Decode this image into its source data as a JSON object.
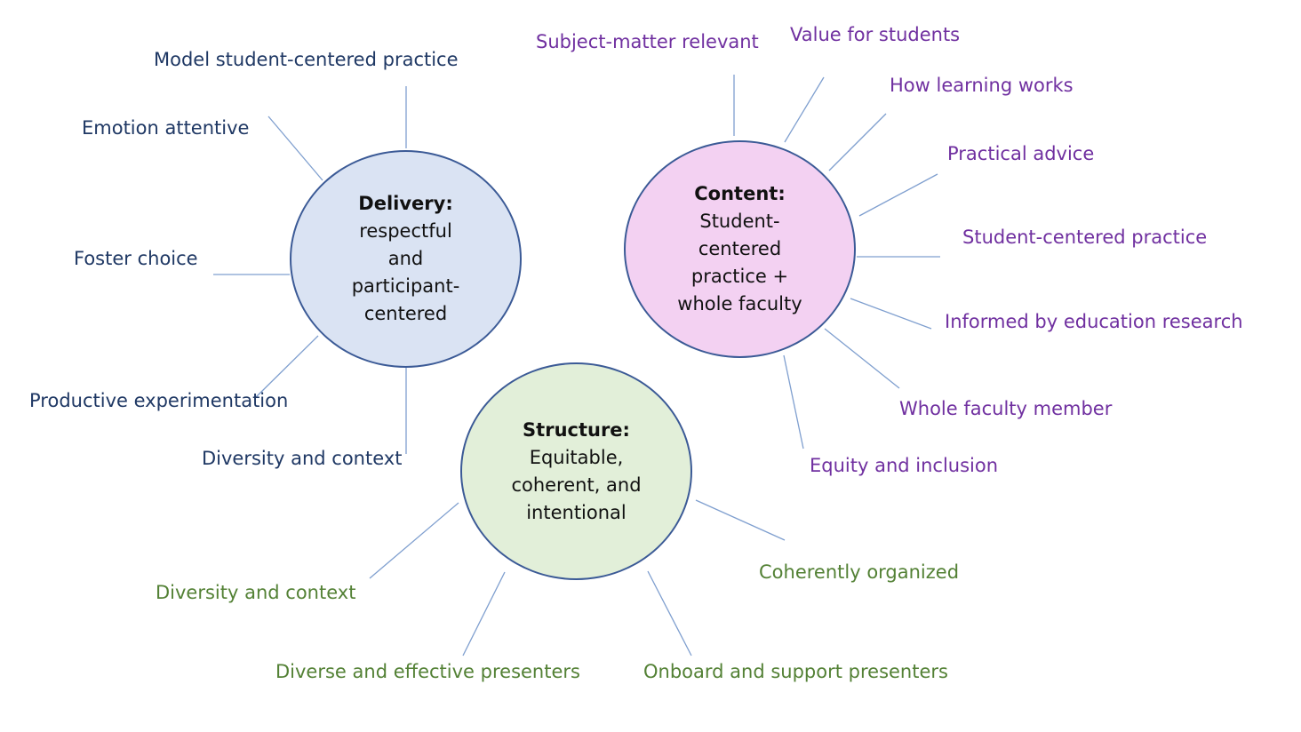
{
  "colors": {
    "circle_border": "#3b5a96",
    "spoke_line": "#7f9fcf",
    "delivery_fill": "#dae3f3",
    "content_fill": "#f3d1f2",
    "structure_fill": "#e2efd9",
    "delivery_text": "#1f3864",
    "content_text": "#7030a0",
    "structure_text": "#538135"
  },
  "delivery": {
    "title": "Delivery:",
    "body": "respectful\nand\nparticipant-\ncentered",
    "labels": [
      "Model student-centered practice",
      "Emotion attentive",
      "Foster choice",
      "Productive experimentation",
      "Diversity and context"
    ]
  },
  "content": {
    "title": "Content:",
    "body": "Student-\ncentered\npractice +\nwhole faculty",
    "labels": [
      "Subject-matter relevant",
      "Value for students",
      "How learning works",
      "Practical advice",
      "Student-centered practice",
      "Informed by education research",
      "Whole faculty member",
      "Equity and inclusion"
    ]
  },
  "structure": {
    "title": "Structure:",
    "body": "Equitable,\ncoherent, and\nintentional",
    "labels": [
      "Diversity and context",
      "Diverse and effective presenters",
      "Onboard and support presenters",
      "Coherently organized"
    ]
  }
}
